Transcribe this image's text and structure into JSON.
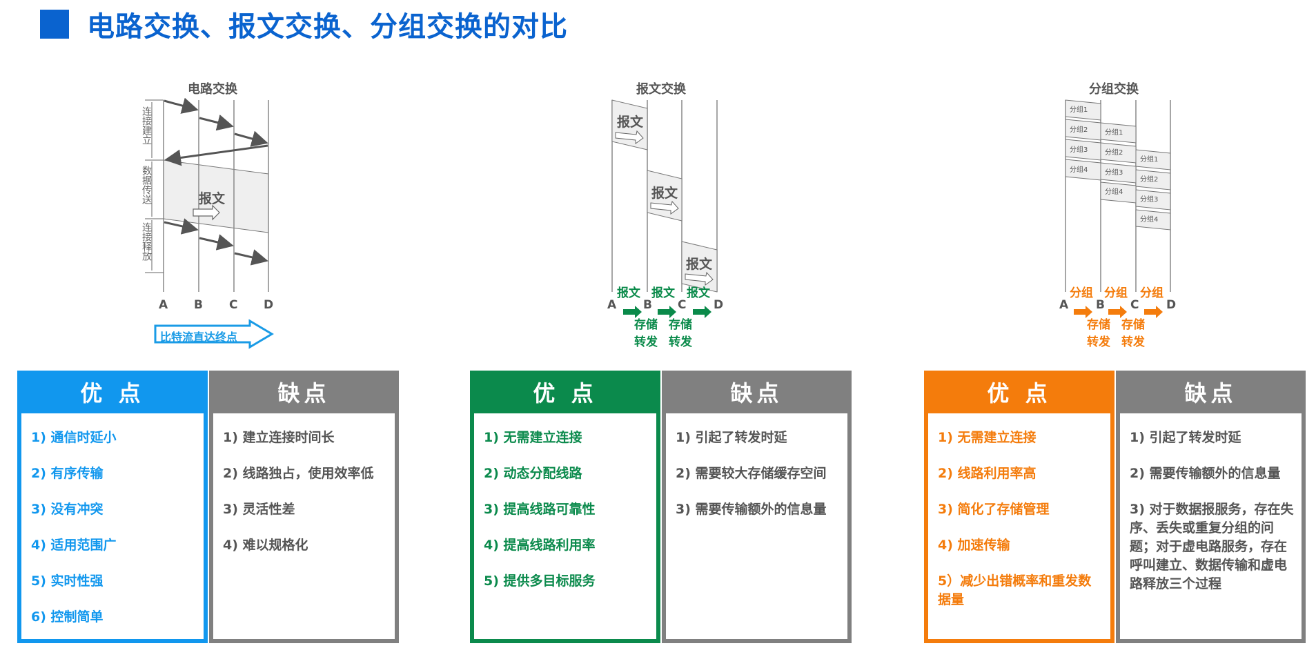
{
  "page": {
    "title": "电路交换、报文交换、分组交换的对比",
    "accent_color": "#0a63cf"
  },
  "diagrams": {
    "circuit": {
      "title": "电路交换",
      "nodes": [
        "A",
        "B",
        "C",
        "D"
      ],
      "phases": [
        "连接建立",
        "数据传送",
        "连接释放"
      ],
      "message_label": "报文",
      "bitstream_label": "比特流直达终点",
      "color": "#1a9be6"
    },
    "message": {
      "title": "报文交换",
      "nodes": [
        "A",
        "B",
        "C",
        "D"
      ],
      "message_label": "报文",
      "hop_label": "报文",
      "store_label_1": "存储",
      "store_label_2": "转发",
      "color": "#0a8a4a"
    },
    "packet": {
      "title": "分组交换",
      "nodes": [
        "A",
        "B",
        "C",
        "D"
      ],
      "packets": [
        "分组1",
        "分组2",
        "分组3",
        "分组4"
      ],
      "hop_label": "分组",
      "store_label_1": "存储",
      "store_label_2": "转发",
      "color": "#f47c0c"
    }
  },
  "panels": {
    "circuit": {
      "pros_header": "优 点",
      "cons_header": "缺点",
      "pros_color": "#1197ee",
      "pros": [
        "1) 通信时延小",
        "2) 有序传输",
        "3) 没有冲突",
        "4) 适用范围广",
        "5) 实时性强",
        "6) 控制简单"
      ],
      "cons": [
        "1) 建立连接时间长",
        "2) 线路独占，使用效率低",
        "3) 灵活性差",
        "4) 难以规格化"
      ]
    },
    "message": {
      "pros_header": "优 点",
      "cons_header": "缺点",
      "pros_color": "#0b8a4c",
      "pros": [
        "1) 无需建立连接",
        "2) 动态分配线路",
        "3) 提高线路可靠性",
        "4) 提高线路利用率",
        "5) 提供多目标服务"
      ],
      "cons": [
        "1) 引起了转发时延",
        "2) 需要较大存储缓存空间",
        "3) 需要传输额外的信息量"
      ]
    },
    "packet": {
      "pros_header": "优 点",
      "cons_header": "缺点",
      "pros_color": "#f47c0c",
      "pros": [
        "1) 无需建立连接",
        "2) 线路利用率高",
        "3) 简化了存储管理",
        "4) 加速传输",
        "5）减少出错概率和重发数据量"
      ],
      "cons": [
        "1) 引起了转发时延",
        "2) 需要传输额外的信息量",
        "3) 对于数据报服务，存在失序、丢失或重复分组的问题；对于虚电路服务，存在呼叫建立、数据传输和虚电路释放三个过程"
      ]
    }
  }
}
